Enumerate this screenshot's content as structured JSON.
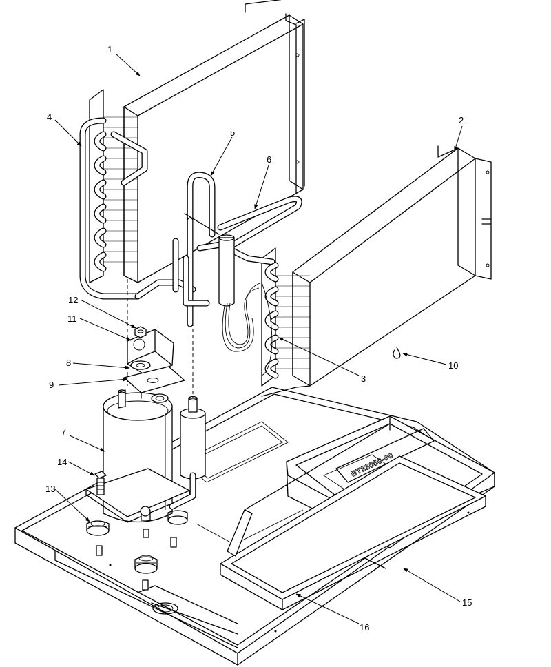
{
  "callouts": [
    {
      "number": "1"
    },
    {
      "number": "2"
    },
    {
      "number": "3"
    },
    {
      "number": "4"
    },
    {
      "number": "5"
    },
    {
      "number": "6"
    },
    {
      "number": "7"
    },
    {
      "number": "8"
    },
    {
      "number": "9"
    },
    {
      "number": "10"
    },
    {
      "number": "11"
    },
    {
      "number": "12"
    },
    {
      "number": "13"
    },
    {
      "number": "14"
    },
    {
      "number": "15"
    },
    {
      "number": "16"
    }
  ],
  "part_marking": "BT33050-00"
}
